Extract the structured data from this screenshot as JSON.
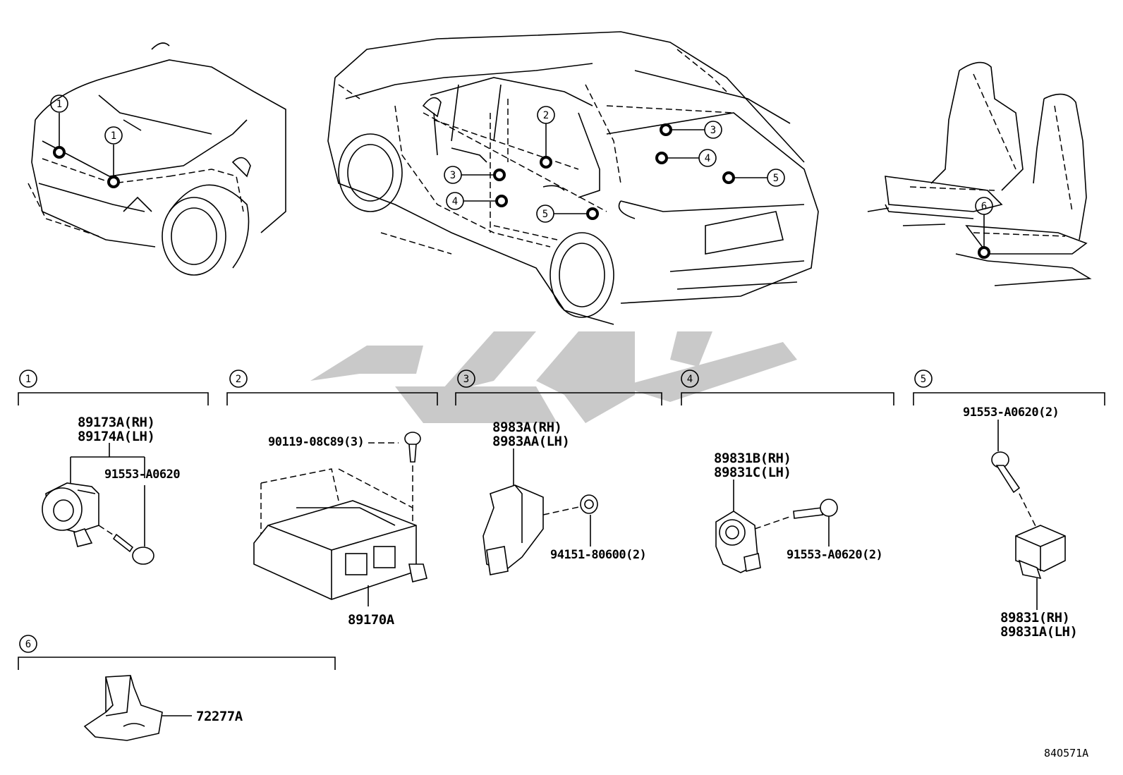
{
  "title": "",
  "reference_code": "84O571A",
  "location_markers": {
    "front_view": [
      "1",
      "1"
    ],
    "car_view": [
      "2",
      "3",
      "4",
      "5",
      "3",
      "4",
      "5"
    ],
    "seat_view": [
      "6"
    ]
  },
  "sections": [
    {
      "num": "1",
      "part_labels": [
        "89173A(RH)",
        "89174A(LH)",
        "91553-A0620"
      ]
    },
    {
      "num": "2",
      "part_labels": [
        "90119-08C89(3)",
        "89170A"
      ]
    },
    {
      "num": "3",
      "part_labels": [
        "8983A(RH)",
        "8983AA(LH)",
        "94151-80600(2)"
      ]
    },
    {
      "num": "4",
      "part_labels": [
        "89831B(RH)",
        "89831C(LH)",
        "91553-A0620(2)"
      ]
    },
    {
      "num": "5",
      "part_labels": [
        "91553-A0620(2)",
        "89831(RH)",
        "89831A(LH)"
      ]
    },
    {
      "num": "6",
      "part_labels": [
        "72277A"
      ]
    }
  ],
  "icons": [
    "location-marker-dot",
    "callout-circle",
    "bracket-line",
    "watermark-logo"
  ]
}
